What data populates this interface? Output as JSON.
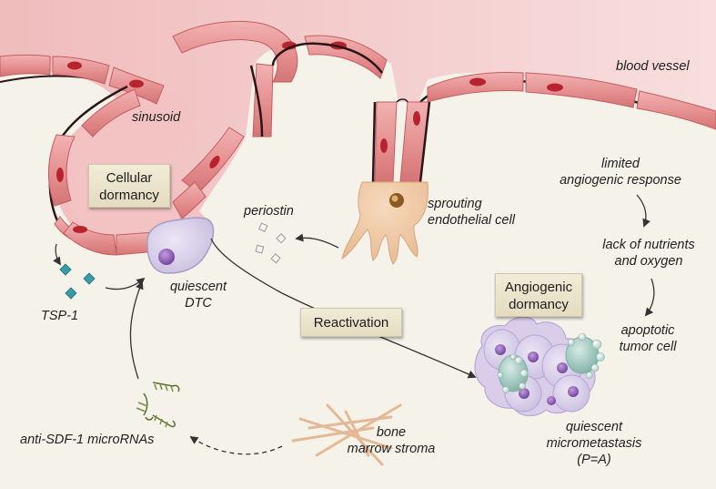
{
  "labels": {
    "blood_vessel": "blood vessel",
    "sinusoid": "sinusoid",
    "periostin": "periostin",
    "sprouting_endothelial_cell": [
      "sprouting",
      "endothelial cell"
    ],
    "limited_angiogenic_response": [
      "limited",
      "angiogenic response"
    ],
    "lack_of_nutrients": [
      "lack of nutrients",
      "and oxygen"
    ],
    "apoptotic_tumor_cell": [
      "apoptotic",
      "tumor cell"
    ],
    "tsp1": "TSP-1",
    "quiescent_dtc": [
      "quiescent",
      "DTC"
    ],
    "anti_sdf1_micrornas": "anti-SDF-1 microRNAs",
    "bone_marrow_stroma": [
      "bone",
      "marrow stroma"
    ],
    "quiescent_micrometastasis": [
      "quiescent",
      "micrometastasis",
      "(P=A)"
    ]
  },
  "boxes": {
    "cellular_dormancy": [
      "Cellular",
      "dormancy"
    ],
    "angiogenic_dormancy": [
      "Angiogenic",
      "dormancy"
    ],
    "reactivation": "Reactivation"
  },
  "colors": {
    "background": "#f5f2ea",
    "vessel_lumen": "#f4cccb",
    "endothelial_cell": "#e89a9a",
    "nucleus": "#b8242e",
    "dtc_cell": "#dcd4ec",
    "dtc_nucleus": "#8a5bb5",
    "tsp1": "#3a9aa8",
    "box": "#ece5cc",
    "stroma": "#e2b48c"
  }
}
